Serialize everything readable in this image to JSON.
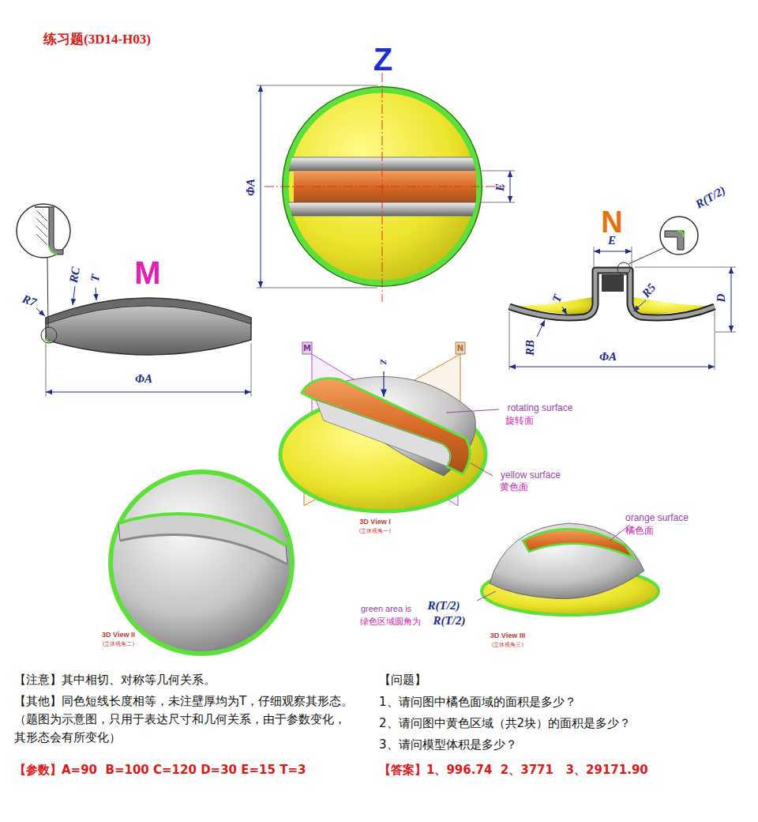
{
  "diagram": {
    "title": "练习题(3D14-H03)",
    "labels": [
      "Z",
      "ΦA",
      "E",
      "M",
      "RC",
      "T",
      "R7",
      "ΦA",
      "N",
      "R(T/2)",
      "E",
      "R5",
      "T",
      "D",
      "RB",
      "ΦA",
      "M",
      "N",
      "Z",
      "rotating surface",
      "旋转面",
      "yellow surface",
      "黄色面",
      "3D View I",
      "(立体视角一)",
      "orange surface",
      "橘色面",
      "3D View II",
      "(立体视角二)",
      "green area is",
      "R(T/2)",
      "绿色区域圆角为",
      "R(T/2)",
      "3D View III",
      "(立体视角三)",
      "【注意】其中相切、对称等几何关系。",
      "【其他】同色短线长度相等，未注壁厚均为T，仔细观察其形态。（题图为示意图，只用于表达尺寸和几何关系，由于参数变化，其形态会有所变化）",
      "【参数】A=90  B=100 C=120 D=30 E=15 T=3",
      "【问题】",
      "1、请问图中橘色面域的面积是多少？",
      "2、请问图中黄色区域（共2块）的面积是多少？",
      "3、请问模型体积是多少？",
      "【答案】1、996.74  2、3771   3、29171.90"
    ]
  }
}
